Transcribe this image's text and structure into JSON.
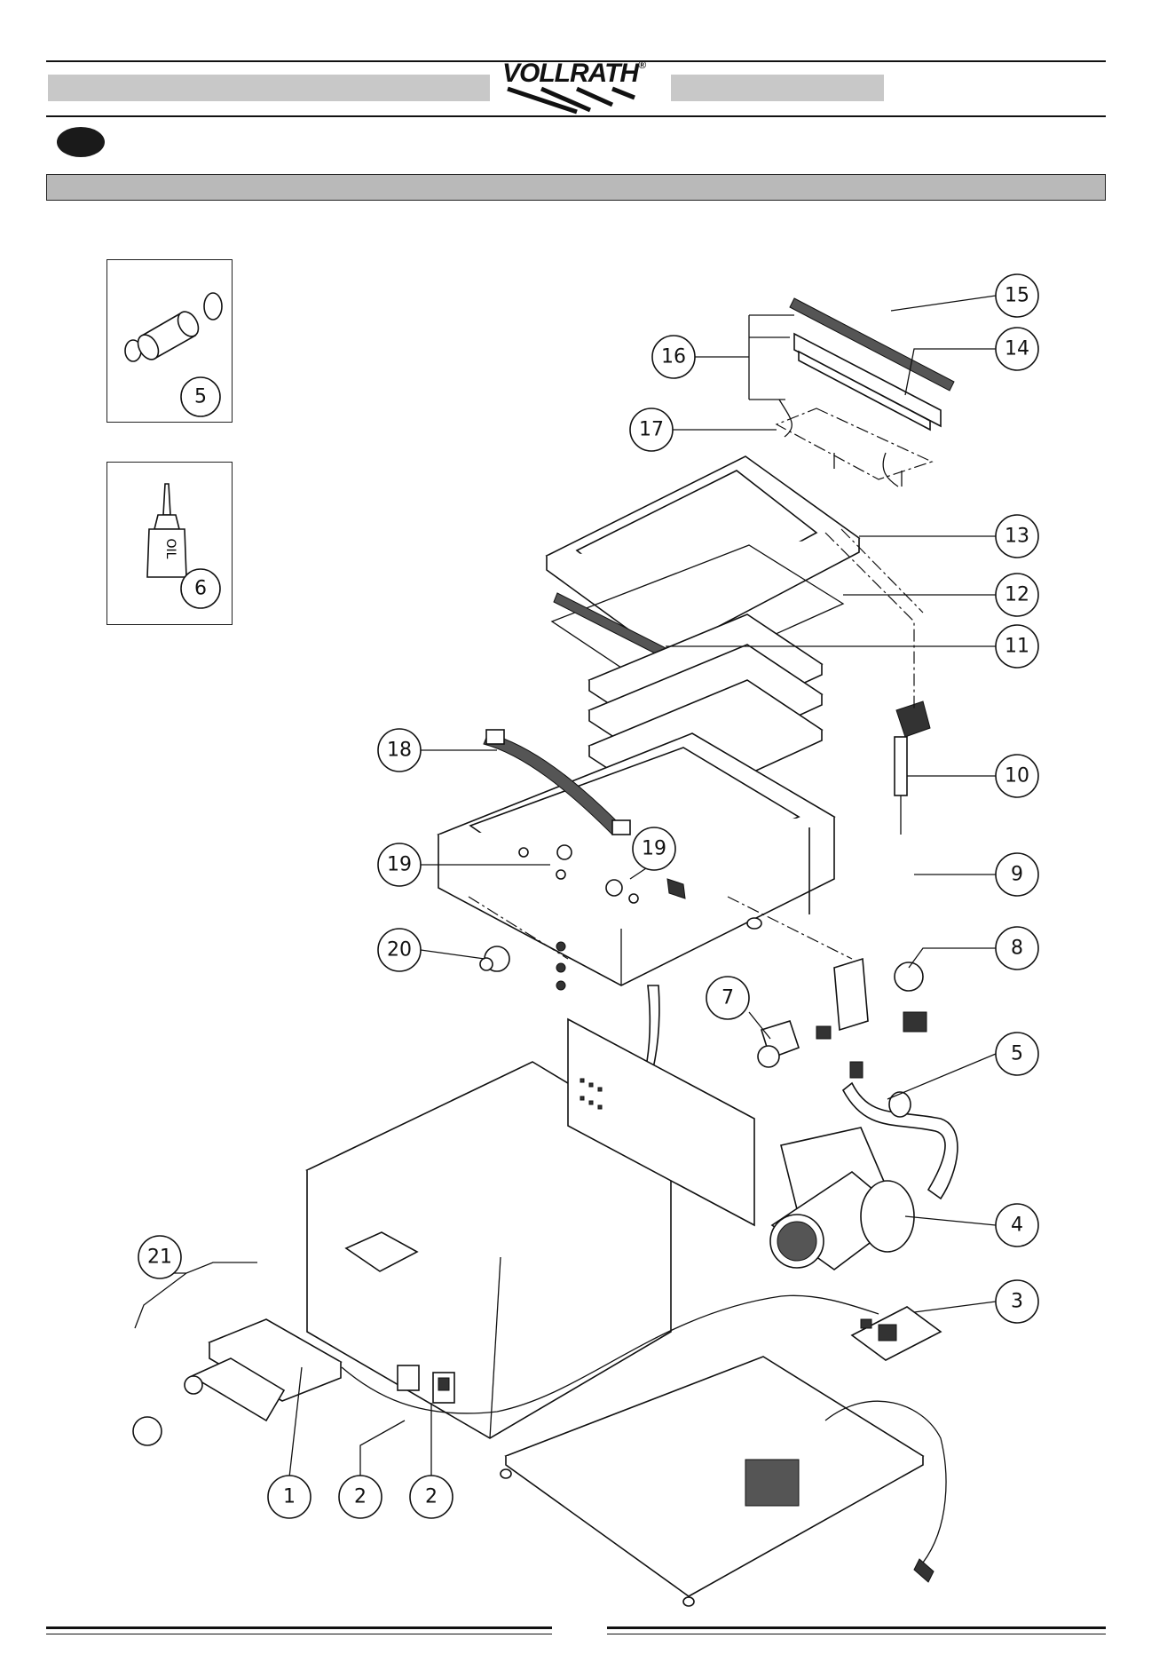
{
  "header": {
    "brand": "VOLLRATH",
    "registered": "®"
  },
  "parts": {
    "p1": "1",
    "p2a": "2",
    "p2b": "2",
    "p3": "3",
    "p4": "4",
    "p5": "5",
    "p5b": "5",
    "p6": "6",
    "p7": "7",
    "p8": "8",
    "p9": "9",
    "p10": "10",
    "p11": "11",
    "p12": "12",
    "p13": "13",
    "p14": "14",
    "p15": "15",
    "p16": "16",
    "p17": "17",
    "p18": "18",
    "p19a": "19",
    "p19b": "19",
    "p20": "20",
    "p21": "21"
  },
  "oil_bottle_label": "OIL"
}
